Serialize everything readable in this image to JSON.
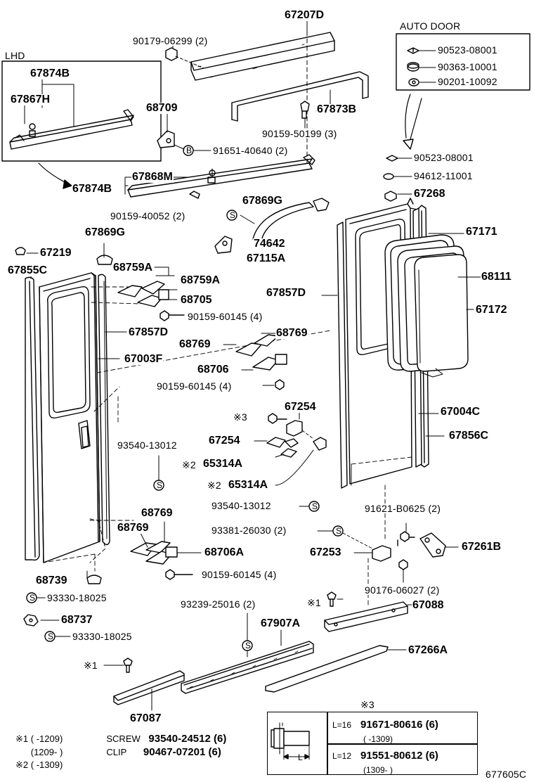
{
  "diagram_id": "677605C",
  "region_labels": {
    "lhd": "LHD",
    "auto_door": "AUTO DOOR"
  },
  "auto_door_parts": [
    "90523-08001",
    "90363-10001",
    "90201-10092"
  ],
  "parts": {
    "p67207D": "67207D",
    "p90179": "90179-06299 (2)",
    "p67874B_a": "67874B",
    "p67867H": "67867H",
    "p68709": "68709",
    "p67873B": "67873B",
    "p90159_50199": "90159-50199 (3)",
    "p91651": "91651-40640 (2)",
    "p90523": "90523-08001",
    "p94612": "94612-11001",
    "p67268": "67268",
    "p67868M": "67868M",
    "p67874B_b": "67874B",
    "p67869G_a": "67869G",
    "p90159_40052": "90159-40052 (2)",
    "p74642": "74642",
    "p67115A": "67115A",
    "p67171": "67171",
    "p67869G_b": "67869G",
    "p67219": "67219",
    "p67855C": "67855C",
    "p68759A_a": "68759A",
    "p68759A_b": "68759A",
    "p68705": "68705",
    "p68111": "68111",
    "p90159_60145_a": "90159-60145 (4)",
    "p67857D_r": "67857D",
    "p67172": "67172",
    "p67857D_l": "67857D",
    "p68769_a": "68769",
    "p68769_b": "68769",
    "p67003F": "67003F",
    "p68706": "68706",
    "p90159_60145_b": "90159-60145 (4)",
    "p67254_a": "67254",
    "p67004C": "67004C",
    "p93540_a": "93540-13012",
    "p67254_b": "67254",
    "p67856C": "67856C",
    "p65314A_a": "65314A",
    "p65314A_b": "65314A",
    "p93540_b": "93540-13012",
    "p91621": "91621-B0625 (2)",
    "p68769_c": "68769",
    "p68769_d": "68769",
    "p93381": "93381-26030 (2)",
    "p68706A": "68706A",
    "p67253": "67253",
    "p67261B": "67261B",
    "p90159_60145_c": "90159-60145 (4)",
    "p68739": "68739",
    "p90176": "90176-06027 (2)",
    "p93330_a": "93330-18025",
    "p93239": "93239-25016 (2)",
    "p67088": "67088",
    "p68737": "68737",
    "p67907A": "67907A",
    "p93330_b": "93330-18025",
    "p67266A": "67266A",
    "p67087": "67087"
  },
  "markers": {
    "m1": "※1",
    "m2": "※2",
    "m3": "※3",
    "s": "S",
    "b": "B"
  },
  "footnotes": {
    "n1": {
      "mark": "※1",
      "range1": "(      -1209)",
      "kw1": "SCREW",
      "code1": "93540-24512 (6)",
      "range2": "(1209-      )",
      "kw2": "CLIP",
      "code2": "90467-07201 (6)"
    },
    "n2": {
      "mark": "※2",
      "range": "(      -1309)"
    }
  },
  "note3_table": {
    "mark": "※3",
    "dim_label": "L",
    "rows": [
      {
        "len": "L=16",
        "part": "91671-80616 (6)",
        "range": "(      -1309)"
      },
      {
        "len": "L=12",
        "part": "91551-80612 (6)",
        "range": "(1309-      )"
      }
    ]
  },
  "colors": {
    "line": "#000000",
    "background": "#ffffff"
  }
}
